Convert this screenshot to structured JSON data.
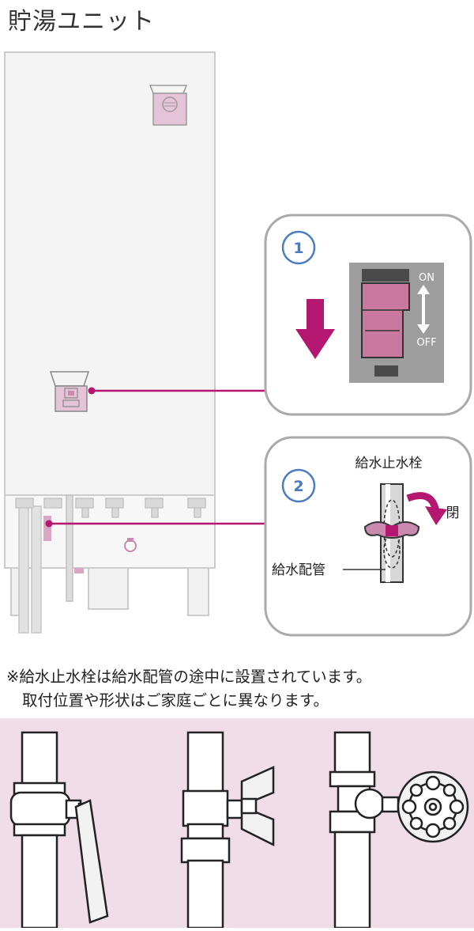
{
  "title": "貯湯ユニット",
  "callout1": {
    "step": "1",
    "switch_on": "ON",
    "switch_off": "OFF"
  },
  "callout2": {
    "step": "2",
    "valve_title": "給水止水栓",
    "close_label": "閉",
    "pipe_label": "給水配管"
  },
  "note": {
    "line1": "※給水止水栓は給水配管の途中に設置されています。",
    "line2": "取付位置や形状はご家庭ごとに異なります。"
  },
  "colors": {
    "accent": "#b5166f",
    "pink_fill": "#c98aae",
    "step_circle": "#4a7cc0",
    "unit_body": "#f3f3f3",
    "unit_outline": "#cfcfcf",
    "panel_bg": "#f0dde8"
  },
  "valve_types": [
    "ball-valve-lever",
    "butterfly-handle-valve",
    "gate-valve-wheel"
  ]
}
